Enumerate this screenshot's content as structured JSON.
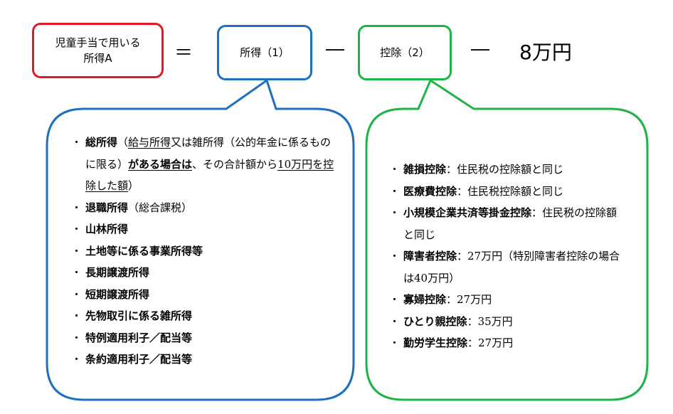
{
  "formula": {
    "box_a_line1": "児童手当で用いる",
    "box_a_line2": "所得A",
    "equals": "＝",
    "income_label": "所得（1）",
    "minus": "―",
    "deduction_label": "控除（2）",
    "result": "8万円"
  },
  "colors": {
    "red": "#e01a22",
    "blue": "#1e6fc0",
    "green": "#1fb34a"
  },
  "income_list": {
    "item1_term": "総所得",
    "item1_rest_a": "（",
    "item1_u1": "給与所得",
    "item1_rest_b": "又は雑所得（公的年金に係るものに限る）",
    "item1_u2": "がある場合は",
    "item1_rest_c": "、その合計額から",
    "item1_u3": "10万円を控除した額",
    "item1_rest_d": "）",
    "item2_term": "退職所得",
    "item2_rest": "（総合課税）",
    "item3": "山林所得",
    "item4": "土地等に係る事業所得等",
    "item5": "長期譲渡所得",
    "item6": "短期譲渡所得",
    "item7": "先物取引に係る雑所得",
    "item8": "特例適用利子／配当等",
    "item9": "条約適用利子／配当等"
  },
  "deduction_list": {
    "item1_term": "雑損控除",
    "item1_rest": "：住民税の控除額と同じ",
    "item2_term": "医療費控除",
    "item2_rest": "：住民税控除額と同じ",
    "item3_term": "小規模企業共済等掛金控除",
    "item3_rest": "：住民税の控除額と同じ",
    "item4_term": "障害者控除",
    "item4_rest": "：27万円（特別障害者控除の場合は40万円）",
    "item5_term": "寡婦控除",
    "item5_rest": "：27万円",
    "item6_term": "ひとり親控除",
    "item6_rest": "：35万円",
    "item7_term": "勤労学生控除",
    "item7_rest": "：27万円"
  }
}
